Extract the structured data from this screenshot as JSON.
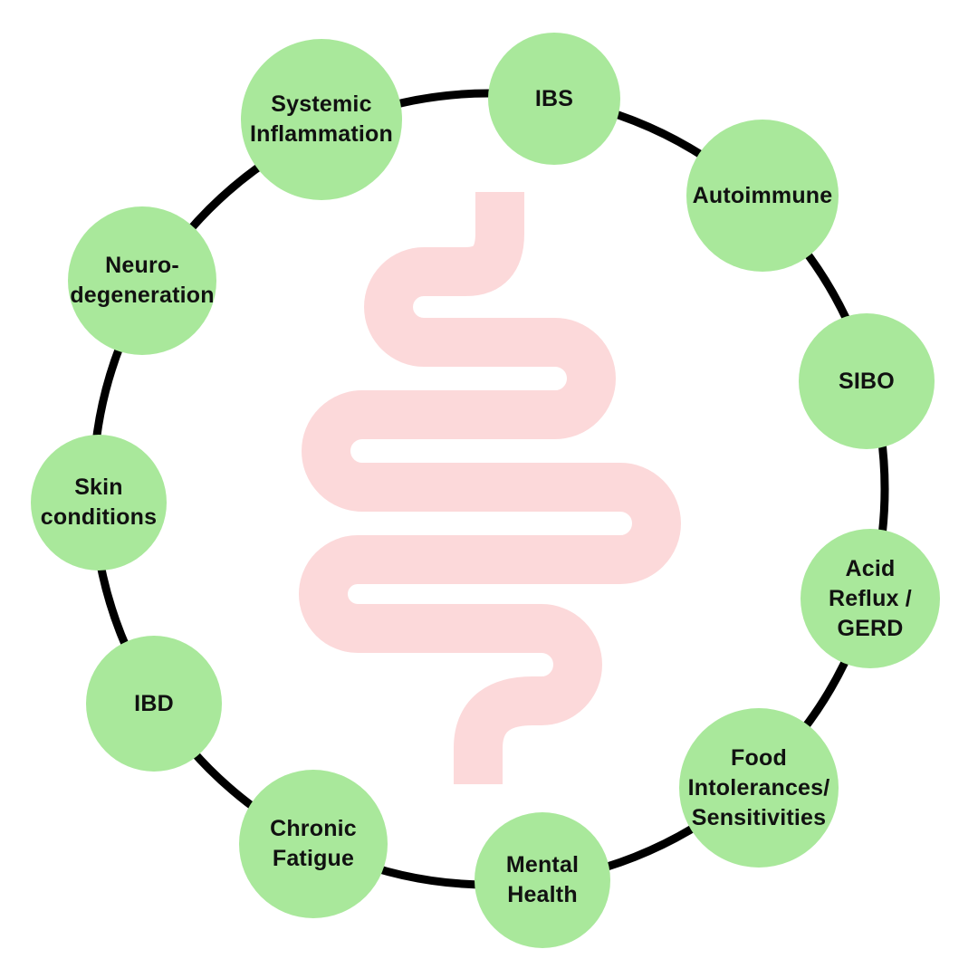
{
  "diagram": {
    "subject": "gut-health-related-conditions-cycle",
    "colors": {
      "node_fill": "#a9e89b",
      "ring_stroke": "#000000",
      "intestine_fill": "#fcd9da",
      "label_text": "#111111",
      "background": "#ffffff"
    },
    "center_icon": "intestine-icon",
    "nodes": [
      {
        "label": "IBS"
      },
      {
        "label": "Autoimmune"
      },
      {
        "label": "SIBO"
      },
      {
        "label": "Acid\nReflux /\nGERD"
      },
      {
        "label": "Food\nIntolerances/\nSensitivities"
      },
      {
        "label": "Mental\nHealth"
      },
      {
        "label": "Chronic\nFatigue"
      },
      {
        "label": "IBD"
      },
      {
        "label": "Skin\nconditions"
      },
      {
        "label": "Neuro-\ndegeneration"
      },
      {
        "label": "Systemic\nInflammation"
      }
    ]
  }
}
